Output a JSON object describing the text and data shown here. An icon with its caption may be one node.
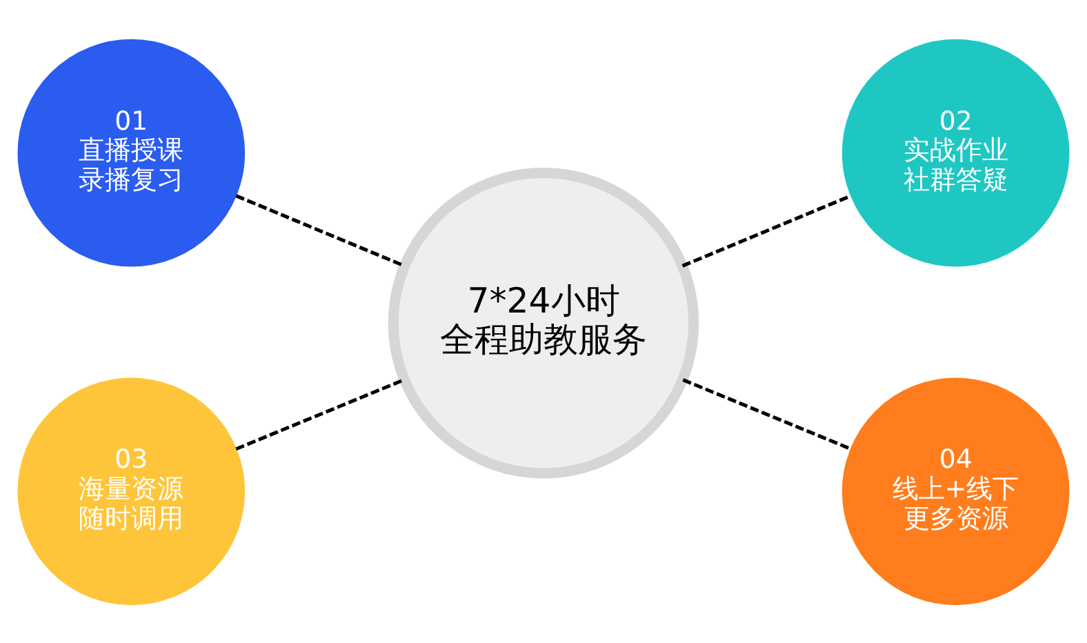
{
  "diagram": {
    "nodes": [
      {
        "text": [
          "7*24小时全程助教服务"
        ]
      },
      {
        "text": [
          "01",
          "直播授课录播复习"
        ]
      },
      {
        "text": [
          "02",
          "实战作业社群答疑"
        ]
      },
      {
        "text": [
          "03",
          "海量资源随时调用"
        ]
      },
      {
        "text": [
          "04",
          "线上+线下更多资源"
        ]
      }
    ],
    "edges": [
      {
        "from": 1,
        "to": 0,
        "arrow": "none",
        "style": "dashed"
      },
      {
        "from": 3,
        "to": 0,
        "arrow": "none",
        "style": "dashed"
      },
      {
        "from": 0,
        "to": 2,
        "arrow": "none",
        "style": "dashed"
      },
      {
        "from": 0,
        "to": 4,
        "arrow": "none",
        "style": "dashed"
      }
    ]
  }
}
